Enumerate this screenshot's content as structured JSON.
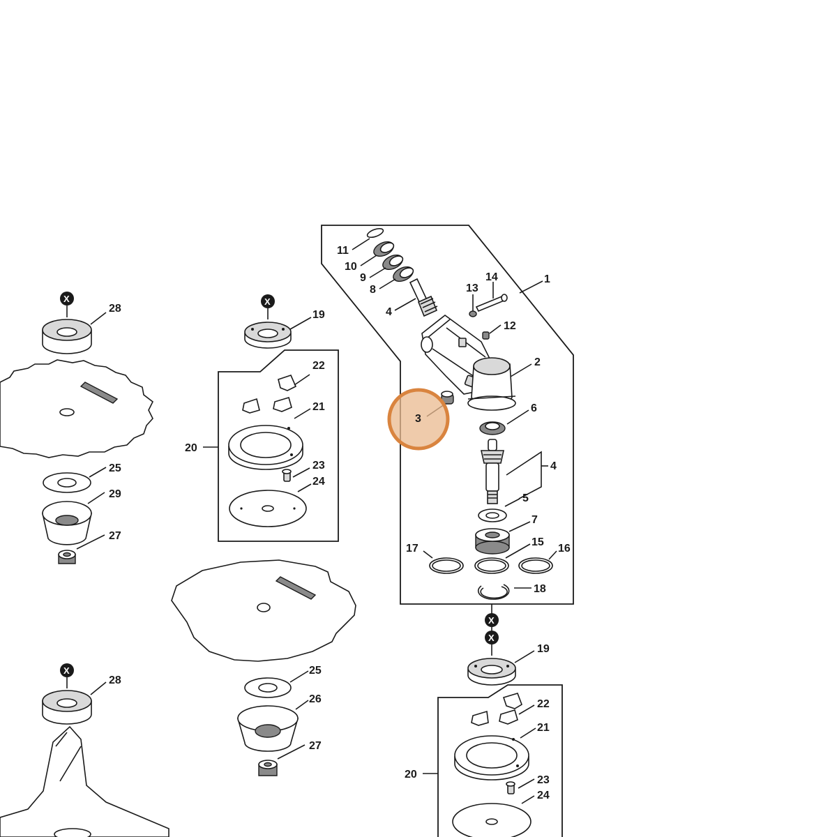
{
  "colors": {
    "highlight": "#d9843f",
    "highlight_fill": "#eab98f",
    "line": "#1a1a1a"
  },
  "icons": {
    "x_marker": "x-marker-icon"
  },
  "x_marker_text": "X",
  "labels": {
    "l1": "1",
    "l2": "2",
    "l3": "3",
    "l4a": "4",
    "l4b": "4",
    "l5": "5",
    "l6": "6",
    "l7": "7",
    "l8": "8",
    "l9": "9",
    "l10": "10",
    "l11": "11",
    "l12": "12",
    "l13": "13",
    "l14": "14",
    "l15": "15",
    "l16": "16",
    "l17": "17",
    "l18": "18",
    "l19a": "19",
    "l19b": "19",
    "l20a": "20",
    "l20b": "20",
    "l21a": "21",
    "l21b": "21",
    "l22a": "22",
    "l22b": "22",
    "l23a": "23",
    "l23b": "23",
    "l24a": "24",
    "l24b": "24",
    "l25a": "25",
    "l25b": "25",
    "l26": "26",
    "l27a": "27",
    "l27b": "27",
    "l28a": "28",
    "l28b": "28",
    "l29": "29"
  },
  "highlighted_part": "3"
}
